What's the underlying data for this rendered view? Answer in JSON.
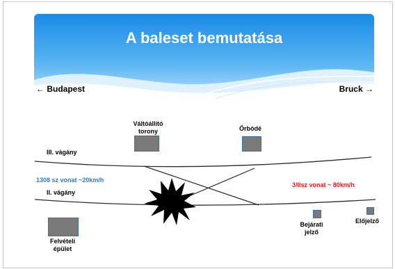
{
  "header": {
    "title": "A baleset bemutatása",
    "left_direction": "Budapest",
    "right_direction": "Bruck",
    "left_arrow": "←",
    "right_arrow": "→"
  },
  "labels": {
    "tower": [
      "Váltóállító",
      "torony"
    ],
    "guardhouse": "Őrbódé",
    "track3": "III. vágány",
    "track2": "II. vágány",
    "train_left": "1308 sz vonat ~20km/h",
    "train_right": "3/IIsz vonat ~ 80km/h",
    "station_building": [
      "Felvételi",
      "épület"
    ],
    "entry_signal": [
      "Bejárati",
      "jelző"
    ],
    "distant_signal": "Előjelző"
  },
  "colors": {
    "header_blue": "#1e90e6",
    "train_left": "#2a7fc0",
    "train_right": "#e02020",
    "box_fill": "#7a7a7a",
    "box_border": "#3a6ea8",
    "crash": "#000000"
  },
  "icons": {
    "crash": "star-burst-icon",
    "left_arrow": "arrow-left-icon",
    "right_arrow": "arrow-right-icon"
  }
}
